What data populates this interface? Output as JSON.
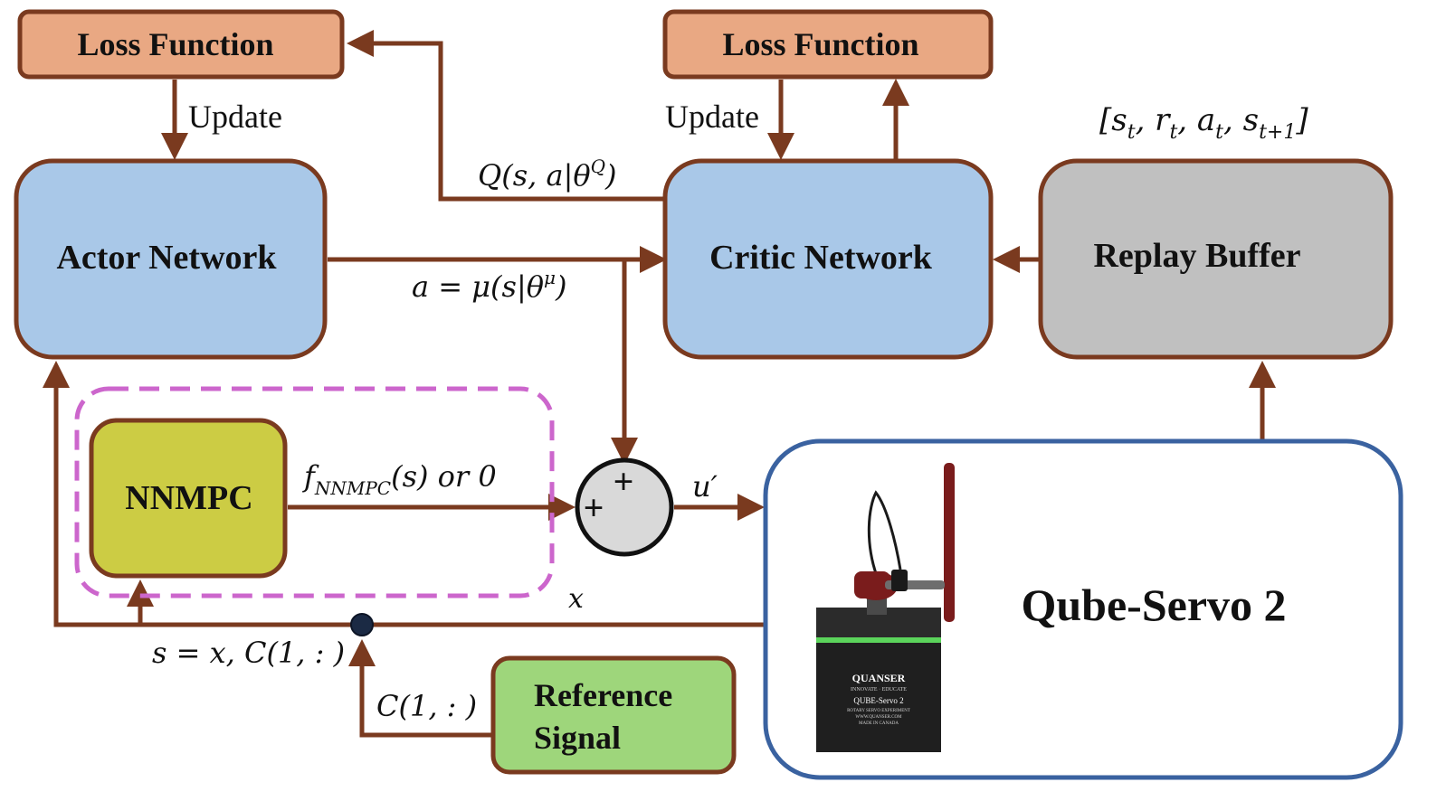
{
  "colors": {
    "wire": "#7a3a1f",
    "loss_fill": "#e9a883",
    "network_fill": "#a9c8e8",
    "replay_fill": "#c0c0c0",
    "nnmpc_fill": "#cccc44",
    "reference_fill": "#9ed67b",
    "qube_border": "#3a62a0",
    "dashed_border": "#cc66cc",
    "sum_fill": "#d9d9d9",
    "junction": "#1b2a44"
  },
  "boxes": {
    "loss_left": "Loss Function",
    "loss_right": "Loss Function",
    "actor": "Actor Network",
    "critic": "Critic Network",
    "replay": "Replay Buffer",
    "nnmpc": "NNMPC",
    "reference_line1": "Reference",
    "reference_line2": "Signal",
    "qube": "Qube-Servo 2"
  },
  "labels": {
    "update_left": "Update",
    "update_right": "Update",
    "q_value": "Q(s, a|θ",
    "q_sup": "Q",
    "q_close": ")",
    "action_a": "a = μ(s|θ",
    "action_sup": "μ",
    "action_close": ")",
    "transition_open": "[s",
    "transition_t1": "t",
    "transition_r": ", r",
    "transition_t2": "t",
    "transition_a": ", a",
    "transition_t3": "t",
    "transition_s": ", s",
    "transition_t4": "t+1",
    "transition_close": "]",
    "f_nnmpc": "f",
    "f_sub": "NNMPC",
    "f_rest": "(s) or 0",
    "u_prime": "u′",
    "x": "x",
    "state": "s = x, C(1, : )",
    "ref_signal": "C(1, : )"
  },
  "device": {
    "brand": "QUANSER",
    "tagline": "INNOVATE · EDUCATE",
    "model": "QUBE-Servo 2",
    "desc": "ROTARY SERVO EXPERIMENT",
    "url": "WWW.QUANSER.COM",
    "made": "MADE IN CANADA"
  },
  "sum_signs": [
    "+",
    "+"
  ]
}
